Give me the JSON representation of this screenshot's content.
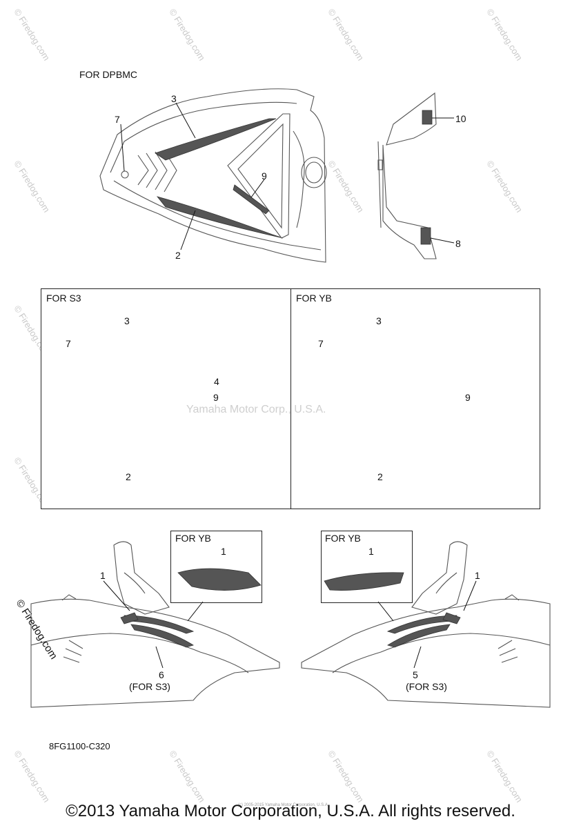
{
  "watermarks": {
    "corner_text": "© Firedog.com",
    "center_text": "Yamaha Motor Corp., U.S.A."
  },
  "section_dpbmc": {
    "title": "FOR DPBMC",
    "callouts": [
      "3",
      "7",
      "9",
      "2",
      "10",
      "8"
    ]
  },
  "panel_s3": {
    "title": "FOR S3",
    "callouts": [
      "3",
      "7",
      "4",
      "9",
      "2"
    ]
  },
  "panel_yb_top": {
    "title": "FOR YB",
    "callouts": [
      "3",
      "7",
      "9",
      "2"
    ]
  },
  "side_left": {
    "inset_title": "FOR YB",
    "inset_callout": "1",
    "callout_1": "1",
    "callout_6": "6",
    "note_6": "(FOR S3)"
  },
  "side_right": {
    "inset_title": "FOR YB",
    "inset_callout": "1",
    "callout_1": "1",
    "callout_5": "5",
    "note_5": "(FOR S3)"
  },
  "side_watermark": "© Firedog.com",
  "part_code": "8FG1100-C320",
  "tiny_notice": "(c) 2005-2015 Yamaha Motor Corporation, U.S.A.",
  "copyright": "©2013 Yamaha Motor Corporation, U.S.A. All rights reserved."
}
